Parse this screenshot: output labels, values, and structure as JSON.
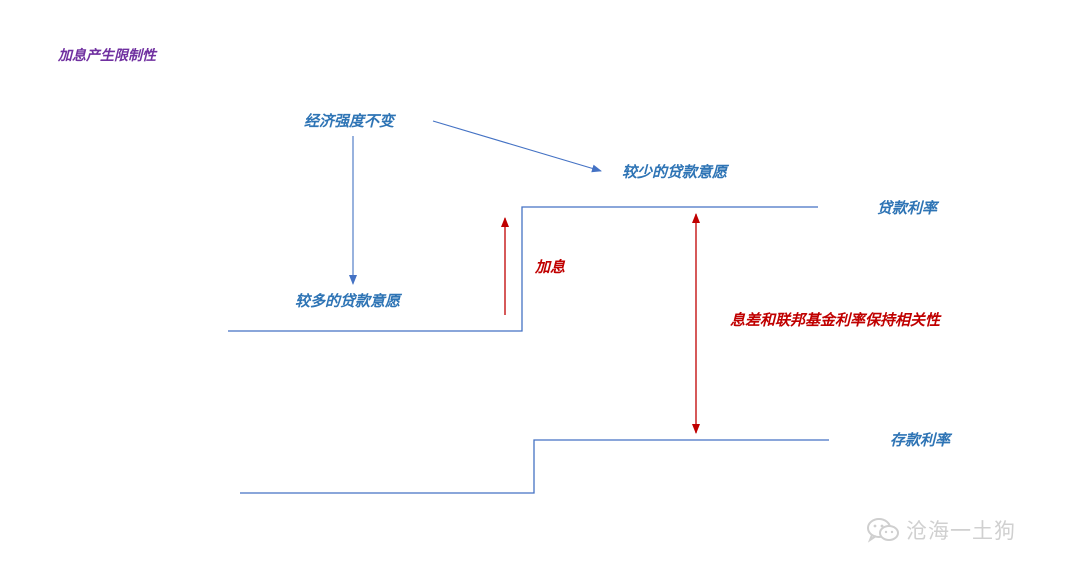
{
  "title": "加息产生限制性",
  "labels": {
    "economy_unchanged": "经济强度不变",
    "less_loan_willingness": "较少的贷款意愿",
    "more_loan_willingness": "较多的贷款意愿",
    "rate_hike": "加息",
    "loan_rate": "贷款利率",
    "deposit_rate": "存款利率",
    "spread_correlation": "息差和联邦基金利率保持相关性"
  },
  "watermark": {
    "text": "沧海一土狗",
    "icon": "wechat-icon"
  },
  "colors": {
    "blue_text": "#2e74b5",
    "line_blue": "#4472c4",
    "red": "#c00000",
    "purple": "#7030a0"
  }
}
